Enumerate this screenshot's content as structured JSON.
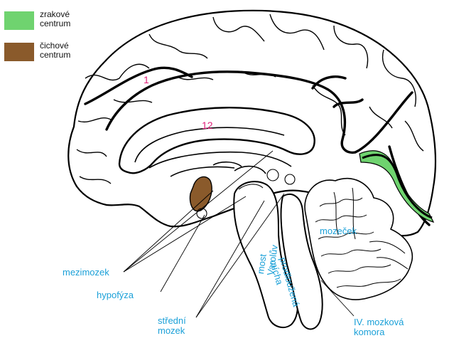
{
  "colors": {
    "visual_center": "#6fd36f",
    "olfactory_center": "#8a5a2b",
    "label_blue": "#1aa0d8",
    "number_magenta": "#e0207a",
    "outline": "#000000"
  },
  "legend": {
    "visual": "zrakové\ncentrum",
    "olfactory": "čichové\ncentrum"
  },
  "numbers": {
    "n1": "1",
    "n12": "12"
  },
  "labels": {
    "mezimozek": "mezimozek",
    "hypofyza": "hypofýza",
    "stredni_mozek": "střední\nmozek",
    "most": "most\nVarolův",
    "prodlouzena": "prodloužená\nmícha",
    "mozecek": "mozeček",
    "komora": "IV. mozková\nkomora"
  }
}
